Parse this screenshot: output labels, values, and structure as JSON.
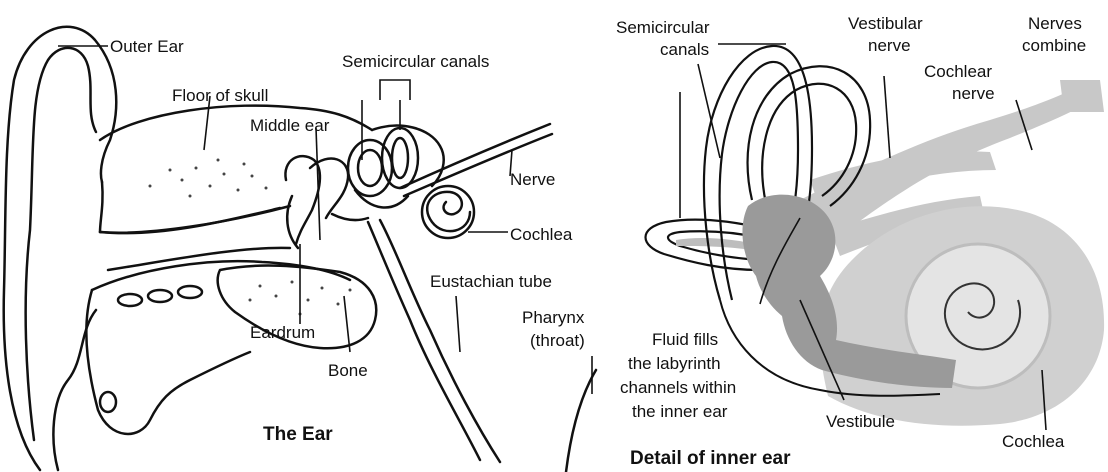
{
  "left_diagram": {
    "caption": "The Ear",
    "labels": {
      "outer_ear": "Outer Ear",
      "floor_of_skull": "Floor of skull",
      "middle_ear": "Middle ear",
      "semicircular_canals": "Semicircular canals",
      "nerve": "Nerve",
      "cochlea": "Cochlea",
      "eustachian_tube": "Eustachian tube",
      "pharynx": "Pharynx",
      "pharynx_sub": "(throat)",
      "eardrum": "Eardrum",
      "bone": "Bone"
    }
  },
  "right_diagram": {
    "caption": "Detail of inner ear",
    "labels": {
      "semicircular_canals_1": "Semicircular",
      "semicircular_canals_2": "canals",
      "vestibular_nerve_1": "Vestibular",
      "vestibular_nerve_2": "nerve",
      "nerves_combine_1": "Nerves",
      "nerves_combine_2": "combine",
      "cochlear_nerve_1": "Cochlear",
      "cochlear_nerve_2": "nerve",
      "fluid_1": "Fluid fills",
      "fluid_2": "the labyrinth",
      "fluid_3": "channels within",
      "fluid_4": "the inner ear",
      "vestibule": "Vestibule",
      "cochlea": "Cochlea"
    }
  }
}
